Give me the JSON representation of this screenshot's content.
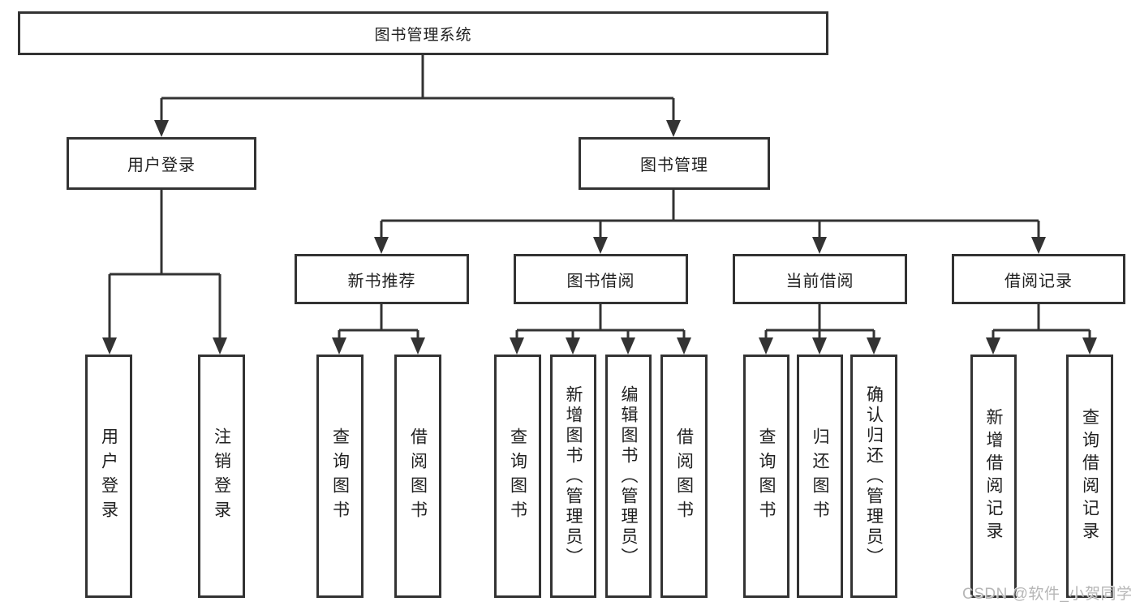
{
  "diagram": {
    "root": {
      "label": "图书管理系统"
    },
    "branches": [
      {
        "label": "用户登录",
        "children": [
          {
            "label": "用户登录"
          },
          {
            "label": "注销登录"
          }
        ]
      },
      {
        "label": "图书管理",
        "children": [
          {
            "label": "新书推荐",
            "children": [
              {
                "label": "查询图书"
              },
              {
                "label": "借阅图书"
              }
            ]
          },
          {
            "label": "图书借阅",
            "children": [
              {
                "label": "查询图书"
              },
              {
                "label": "新增图书（管理员）"
              },
              {
                "label": "编辑图书（管理员）"
              },
              {
                "label": "借阅图书"
              }
            ]
          },
          {
            "label": "当前借阅",
            "children": [
              {
                "label": "查询图书"
              },
              {
                "label": "归还图书"
              },
              {
                "label": "确认归还（管理员）"
              }
            ]
          },
          {
            "label": "借阅记录",
            "children": [
              {
                "label": "新增借阅记录"
              },
              {
                "label": "查询借阅记录"
              }
            ]
          }
        ]
      }
    ]
  },
  "watermark": {
    "text": "CSDN @软件_小贺同学"
  },
  "colors": {
    "line": "#333333",
    "text": "#1f1f1f",
    "background": "#ffffff",
    "watermark": "#b0b0b0"
  }
}
